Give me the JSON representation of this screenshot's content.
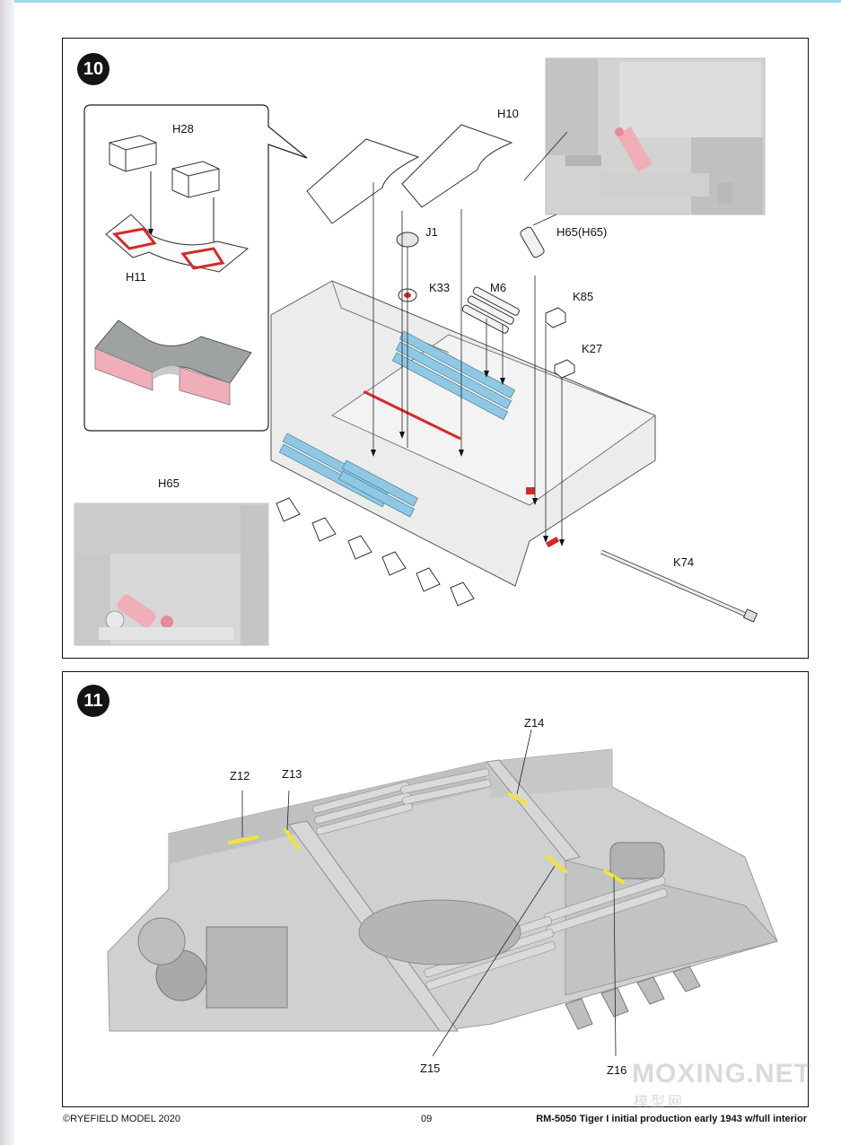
{
  "steps": [
    {
      "number": "10",
      "part_labels": [
        "H10",
        "J1",
        "K33",
        "M6",
        "H65(H65)",
        "K85",
        "K27",
        "K74"
      ],
      "inset_top_left": {
        "labels": [
          "H28",
          "H11"
        ]
      },
      "inset_bottom_left": {
        "label": "H65"
      }
    },
    {
      "number": "11",
      "part_labels": [
        "Z12",
        "Z13",
        "Z14",
        "Z15",
        "Z16"
      ]
    }
  ],
  "footer": {
    "copyright": "©RYEFIELD MODEL 2020",
    "page_number": "09",
    "product": "RM-5050 Tiger I initial production early 1943 w/full interior"
  },
  "watermark": {
    "main": "MOXING.NET",
    "sub": "模型网"
  },
  "colors": {
    "ammo_blue": "#8fc8e4",
    "highlight_red": "#d42a2a",
    "part_pink": "#f0aeb8",
    "yellow_marker": "#f2e33a",
    "hull_grey": "#c9cbca"
  }
}
